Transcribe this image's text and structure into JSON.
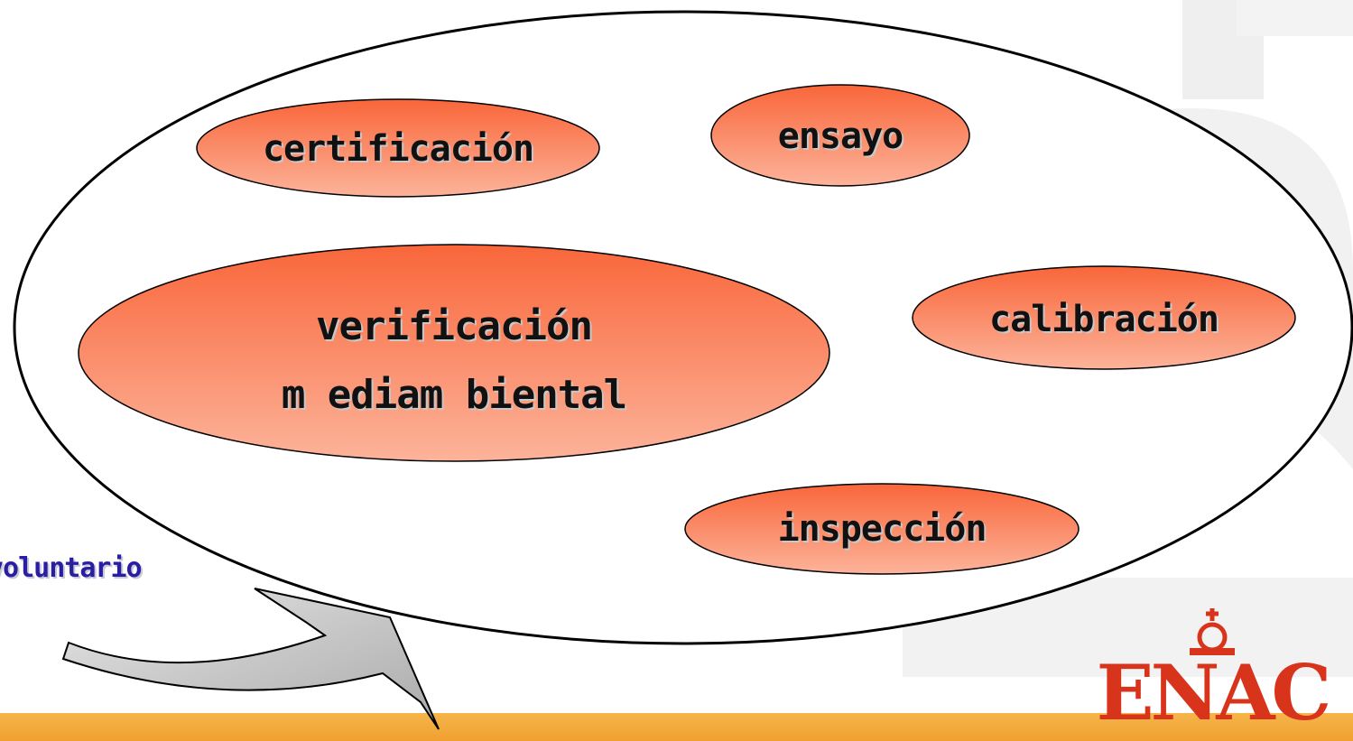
{
  "nodes": [
    {
      "id": "certificacion",
      "lines": [
        "certificación"
      ]
    },
    {
      "id": "ensayo",
      "lines": [
        "ensayo"
      ]
    },
    {
      "id": "verificacion",
      "lines": [
        "verificación",
        "m ediam biental"
      ]
    },
    {
      "id": "calibracion",
      "lines": [
        "calibración"
      ]
    },
    {
      "id": "inspeccion",
      "lines": [
        "inspección"
      ]
    }
  ],
  "side_label": "voluntario",
  "logo": {
    "text": "ENAC",
    "icon": "crown-icon"
  },
  "colors": {
    "node_top": "#f9663a",
    "node_bottom": "#fcb39a",
    "label_blue": "#2a1fa0",
    "logo_red": "#d8341c",
    "band": "#f0a030",
    "arrow": "#c0c0c0"
  }
}
